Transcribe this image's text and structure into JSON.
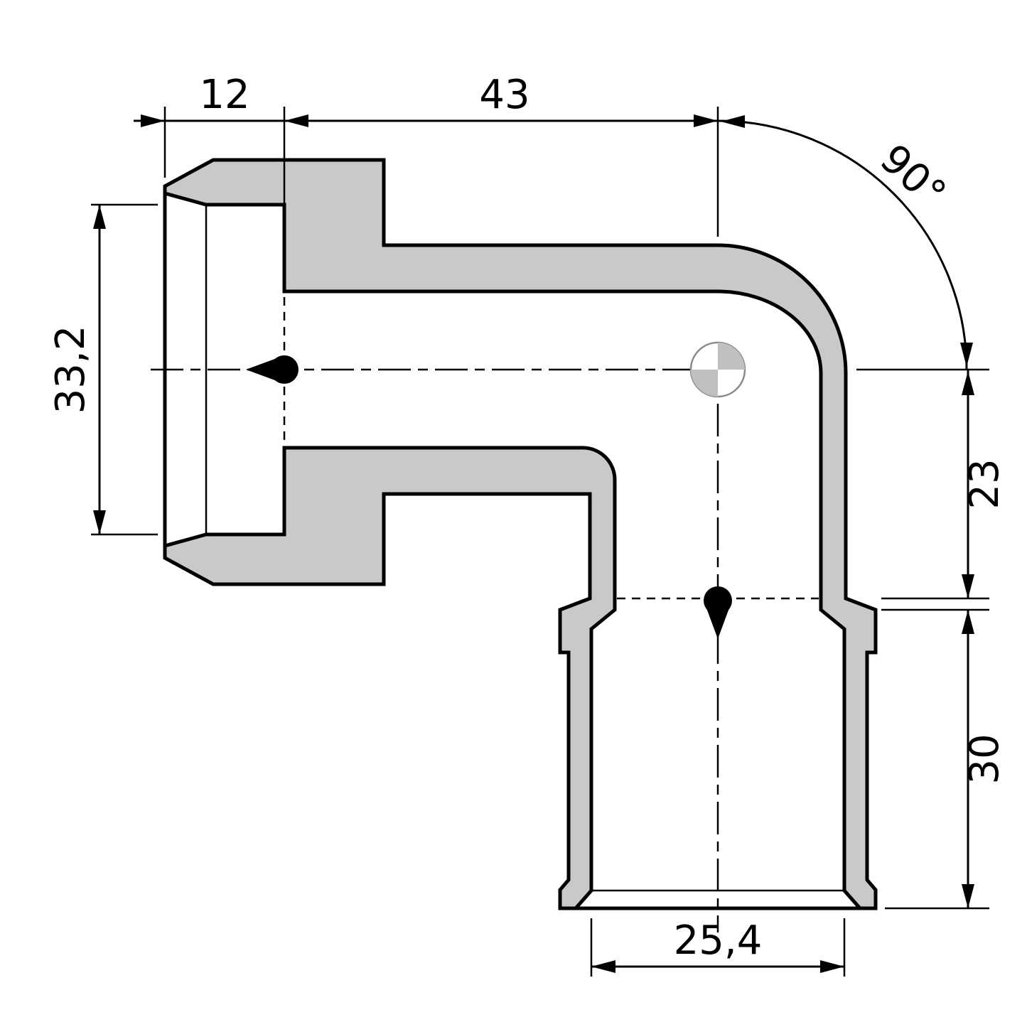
{
  "title": "90 degree elbow fitting - dimensioned section view",
  "colors": {
    "background": "#ffffff",
    "body_fill": "#c9c9c9",
    "outline": "#000000",
    "center_symbol_fill": "#c0c0c0"
  },
  "dimensions": {
    "thread_length": "12",
    "leg_length": "43",
    "bend_angle": "90°",
    "left_port_diameter": "33,2",
    "center_to_shoulder": "23",
    "socket_depth": "30",
    "bottom_port_diameter": "25,4"
  }
}
